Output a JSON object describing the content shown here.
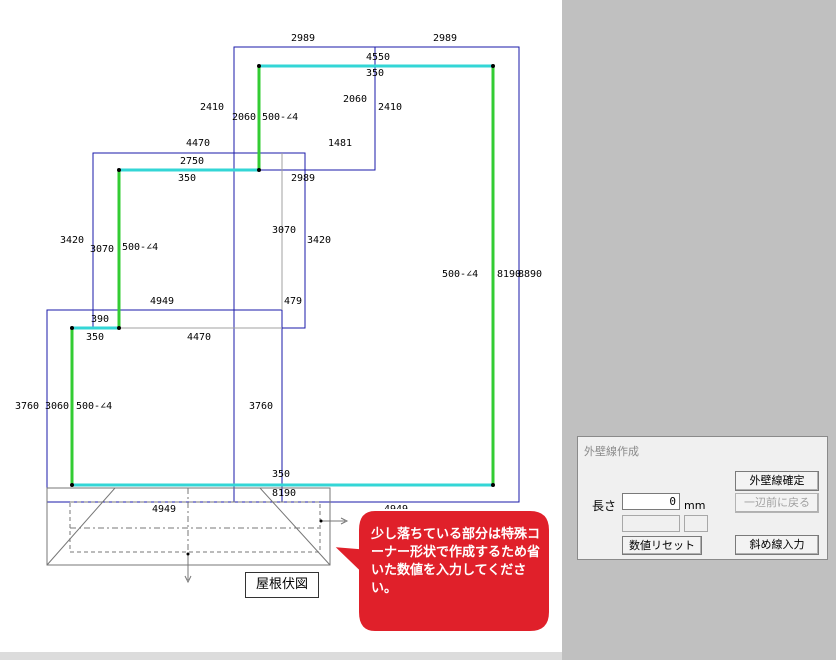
{
  "canvas": {
    "dims_top": [
      "2989",
      "2989",
      "4550",
      "350",
      "2410",
      "2060",
      "500-∠4",
      "2060",
      "2410",
      "4470",
      "1481"
    ],
    "dims_mid": [
      "2750",
      "350",
      "2989",
      "3420",
      "3070",
      "500-∠4",
      "3070",
      "3420"
    ],
    "dims_low": [
      "4949",
      "479",
      "390",
      "350",
      "4470",
      "500-∠4",
      "8190",
      "8890"
    ],
    "dims_bottom": [
      "3760",
      "3060",
      "500-∠4",
      "3760",
      "350",
      "8190",
      "4949",
      "4949"
    ]
  },
  "legend": {
    "label": "屋根伏図"
  },
  "callout": {
    "text": "少し落ちている部分は特殊コーナー形状で作成するため省いた数値を入力してください。"
  },
  "dialog": {
    "title": "外壁線作成",
    "length_label": "長さ",
    "length_value": "0",
    "unit": "mm",
    "confirm_button": "外壁線確定",
    "back_button": "一辺前に戻る",
    "reset_button": "数値リセット",
    "diagonal_button": "斜め線入力"
  },
  "colors": {
    "wall_cyan": "#33d6d6",
    "wall_green": "#33cc33",
    "outline_blue": "#1a1aa8",
    "callout_red": "#e0202a"
  }
}
